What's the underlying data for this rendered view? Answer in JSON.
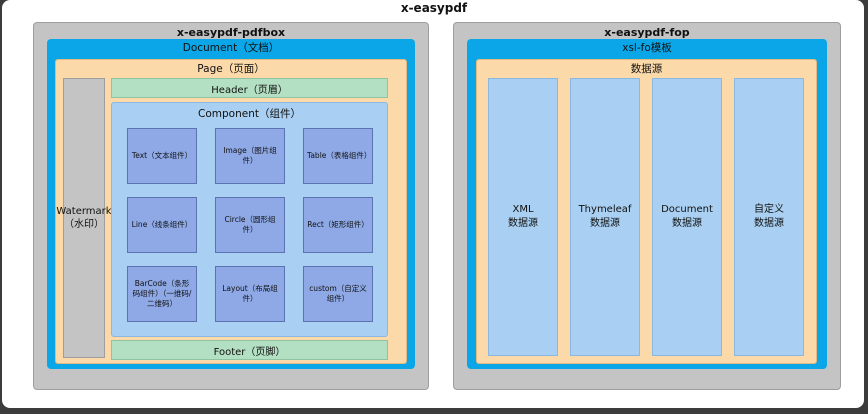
{
  "title": "x-easypdf",
  "left": {
    "title": "x-easypdf-pdfbox",
    "document_label": "Document（文档）",
    "page_label": "Page（页面）",
    "watermark_label": "Watermark（水印）",
    "header_label": "Header（页眉）",
    "footer_label": "Footer（页脚）",
    "component_label": "Component（组件）",
    "components": [
      "Text（文本组件）",
      "Image（图片组件）",
      "Table（表格组件）",
      "Line（线条组件）",
      "Circle（圆形组件）",
      "Rect（矩形组件）",
      "BarCode（条形码组件）（一维码/二维码）",
      "Layout（布局组件）",
      "custom（自定义组件）"
    ]
  },
  "right": {
    "title": "x-easypdf-fop",
    "template_label": "xsl-fo模板",
    "datasource_label": "数据源",
    "sources": [
      {
        "line1": "XML",
        "line2": "数据源"
      },
      {
        "line1": "Thymeleaf",
        "line2": "数据源"
      },
      {
        "line1": "Document",
        "line2": "数据源"
      },
      {
        "line1": "自定义",
        "line2": "数据源"
      }
    ]
  },
  "colors": {
    "outer_gray": "#c4c4c4",
    "document_blue": "#0aa6e8",
    "page_peach": "#fcd9a9",
    "header_green": "#b3dfc3",
    "component_light_blue": "#a9d0f2",
    "cell_blue": "#8ea9e6"
  }
}
